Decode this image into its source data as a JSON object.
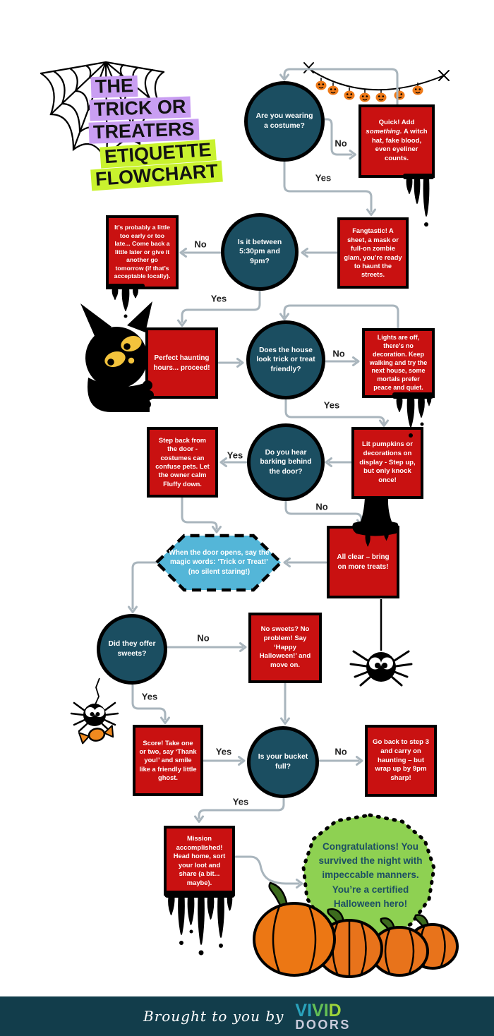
{
  "title": {
    "line1": "THE",
    "line2": "TRICK OR",
    "line3": "TREATERS",
    "line4": "ETIQUETTE",
    "line5": "FLOWCHART"
  },
  "labels": {
    "yes": "Yes",
    "no": "No"
  },
  "nodes": {
    "q_costume": "Are you wearing a costume?",
    "quick_add": {
      "part1": "Quick! Add",
      "italic": "something.",
      "part2": "A witch hat, fake blood, even eyeliner counts."
    },
    "fangtastic": "Fangtastic! A sheet, a mask or full-on zombie glam, you’re ready to haunt the streets.",
    "q_time": "Is it between 5:30pm and 9pm?",
    "too_early": "It’s probably a little too early or too late... Come back a little later or give it another go tomorrow (if that’s acceptable locally).",
    "perfect_hours": "Perfect haunting hours... proceed!",
    "q_house": "Does the house look trick or treat friendly?",
    "lights_off": "Lights are off, there’s no decoration. Keep walking and try the next house, some mortals prefer peace and quiet.",
    "q_barking": "Do you hear barking behind the door?",
    "step_back": "Step back from the door - costumes can confuse pets. Let the owner calm Fluffy down.",
    "lit_pumpkins": "Lit pumpkins or decorations on display - Step up, but only knock once!",
    "magic_words": "When the door opens, say the magic words: ‘Trick or Treat!’ (no silent staring!)",
    "all_clear": "All clear – bring on more treats!",
    "q_sweets": "Did they offer sweets?",
    "no_sweets": "No sweets? No problem! Say ‘Happy Halloween!’ and move on.",
    "score": "Score! Take one or two, say ‘Thank you!’ and smile like a friendly little ghost.",
    "q_bucket": "Is your bucket full?",
    "go_back": "Go back to step 3 and carry on haunting – but wrap up by 9pm sharp!",
    "mission": "Mission accomplished! Head home, sort your loot and share (a bit... maybe).",
    "congrats": "Congratulations! You survived the night with impeccable manners. You’re a certified Halloween hero!"
  },
  "footer": {
    "tagline": "Brought to you by",
    "brand_top_parts": [
      "VI",
      "VI",
      "D"
    ],
    "brand_bottom": "DOORS"
  },
  "colors": {
    "red_box": "#c91111",
    "circle_teal": "#1b4e61",
    "hexagon_blue": "#54b6d8",
    "octagon_green": "#8ed152",
    "highlight_purple": "#c99ef2",
    "highlight_lime": "#c9f22e",
    "arrow_gray": "#a9b5bd",
    "footer_teal": "#123d4b",
    "pumpkin_orange": "#e8731b"
  }
}
